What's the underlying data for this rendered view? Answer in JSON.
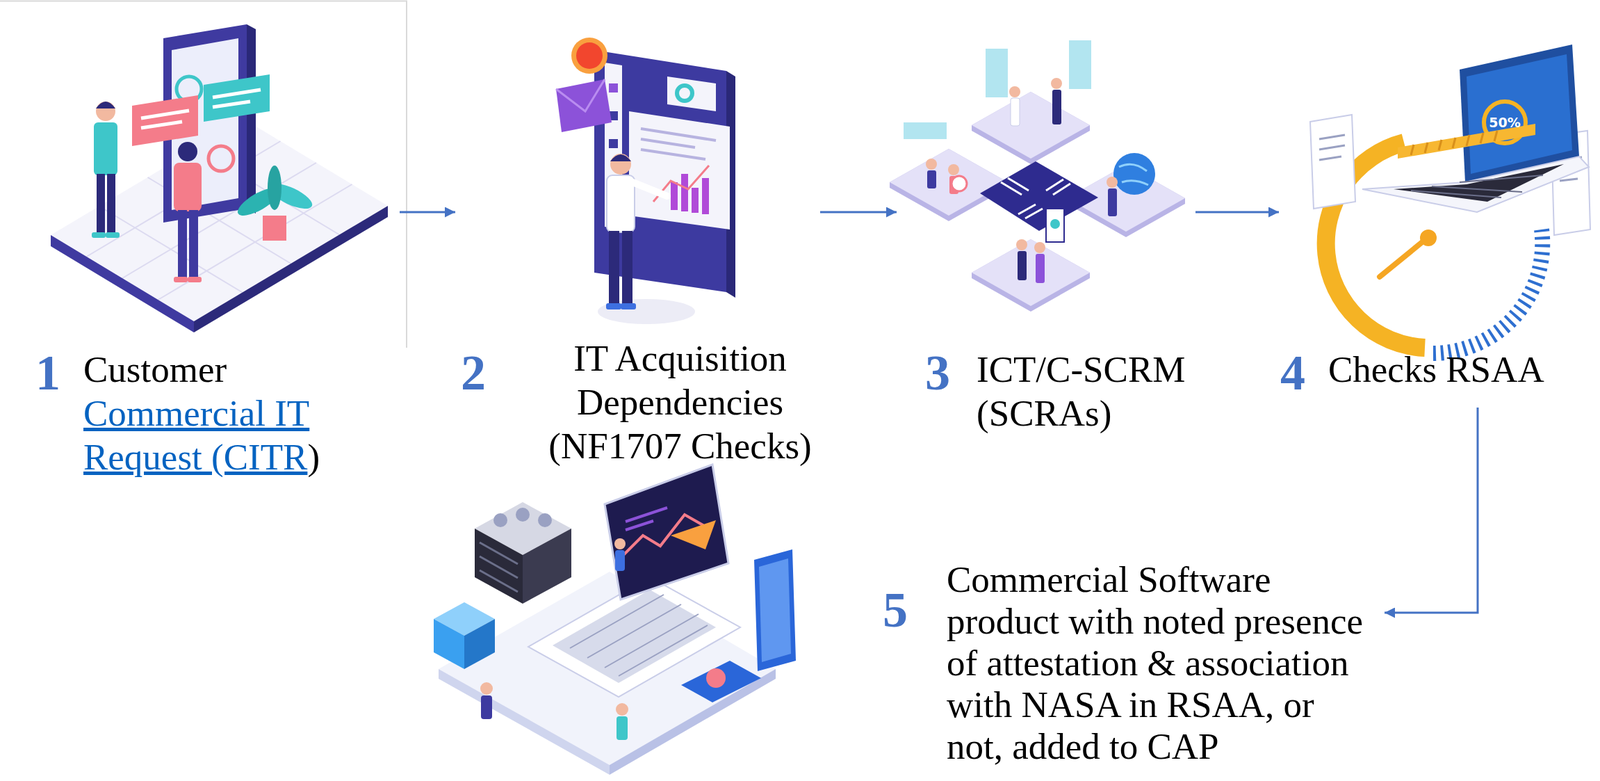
{
  "diagram": {
    "nodes": [
      {
        "text": [
          "1",
          "Customer",
          "Commercial IT Request (CITR",
          ")"
        ]
      },
      {
        "text": [
          "2",
          "IT Acquisition Dependencies (NF1707 Checks)"
        ]
      },
      {
        "text": [
          "3",
          "ICT/C-SCRM (SCRAs)"
        ]
      },
      {
        "text": [
          "4",
          "Checks RSAA"
        ]
      },
      {
        "text": [
          "5",
          "Commercial Software product with noted presence of attestation & association with NASA in RSAA, or not, added to CAP"
        ]
      }
    ],
    "edges": [
      {
        "from": 0,
        "to": 1,
        "arrow": "to"
      },
      {
        "from": 1,
        "to": 2,
        "arrow": "to"
      },
      {
        "from": 2,
        "to": 3,
        "arrow": "to"
      },
      {
        "from": 3,
        "to": 4,
        "arrow": "to"
      }
    ],
    "labels": [
      "50%"
    ]
  }
}
